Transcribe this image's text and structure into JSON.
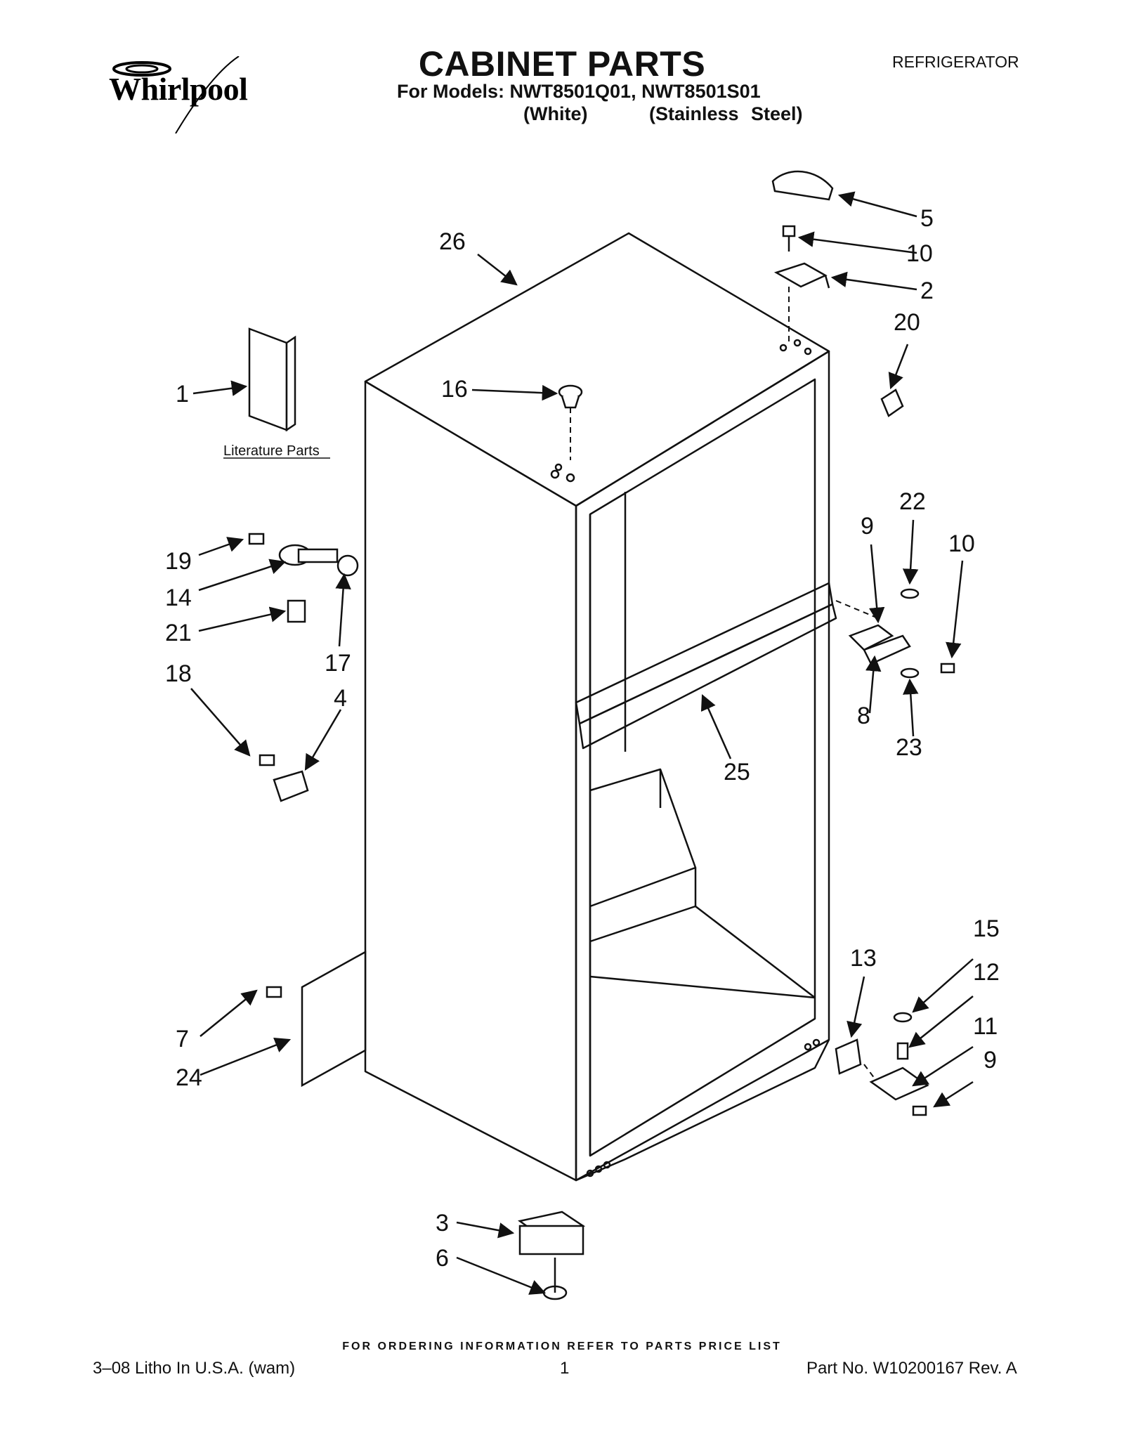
{
  "header": {
    "brand": "Whirlpool",
    "title": "CABINET PARTS",
    "models_line": "For Models: NWT8501Q01, NWT8501S01",
    "variants_line": "(White)     (Stainless Steel)",
    "category": "REFRIGERATOR"
  },
  "diagram": {
    "literature_label": "Literature Parts",
    "callouts": [
      "1",
      "2",
      "3",
      "4",
      "5",
      "6",
      "7",
      "8",
      "9",
      "9",
      "10",
      "10",
      "11",
      "12",
      "13",
      "14",
      "15",
      "16",
      "17",
      "18",
      "19",
      "20",
      "21",
      "22",
      "23",
      "24",
      "25",
      "26"
    ]
  },
  "footer": {
    "ordering_note": "FOR ORDERING INFORMATION REFER TO PARTS PRICE LIST",
    "litho": "3–08 Litho In U.S.A. (wam)",
    "page": "1",
    "part_no": "Part No. W10200167 Rev. A"
  },
  "colors": {
    "ink": "#111111",
    "paper": "#ffffff"
  }
}
